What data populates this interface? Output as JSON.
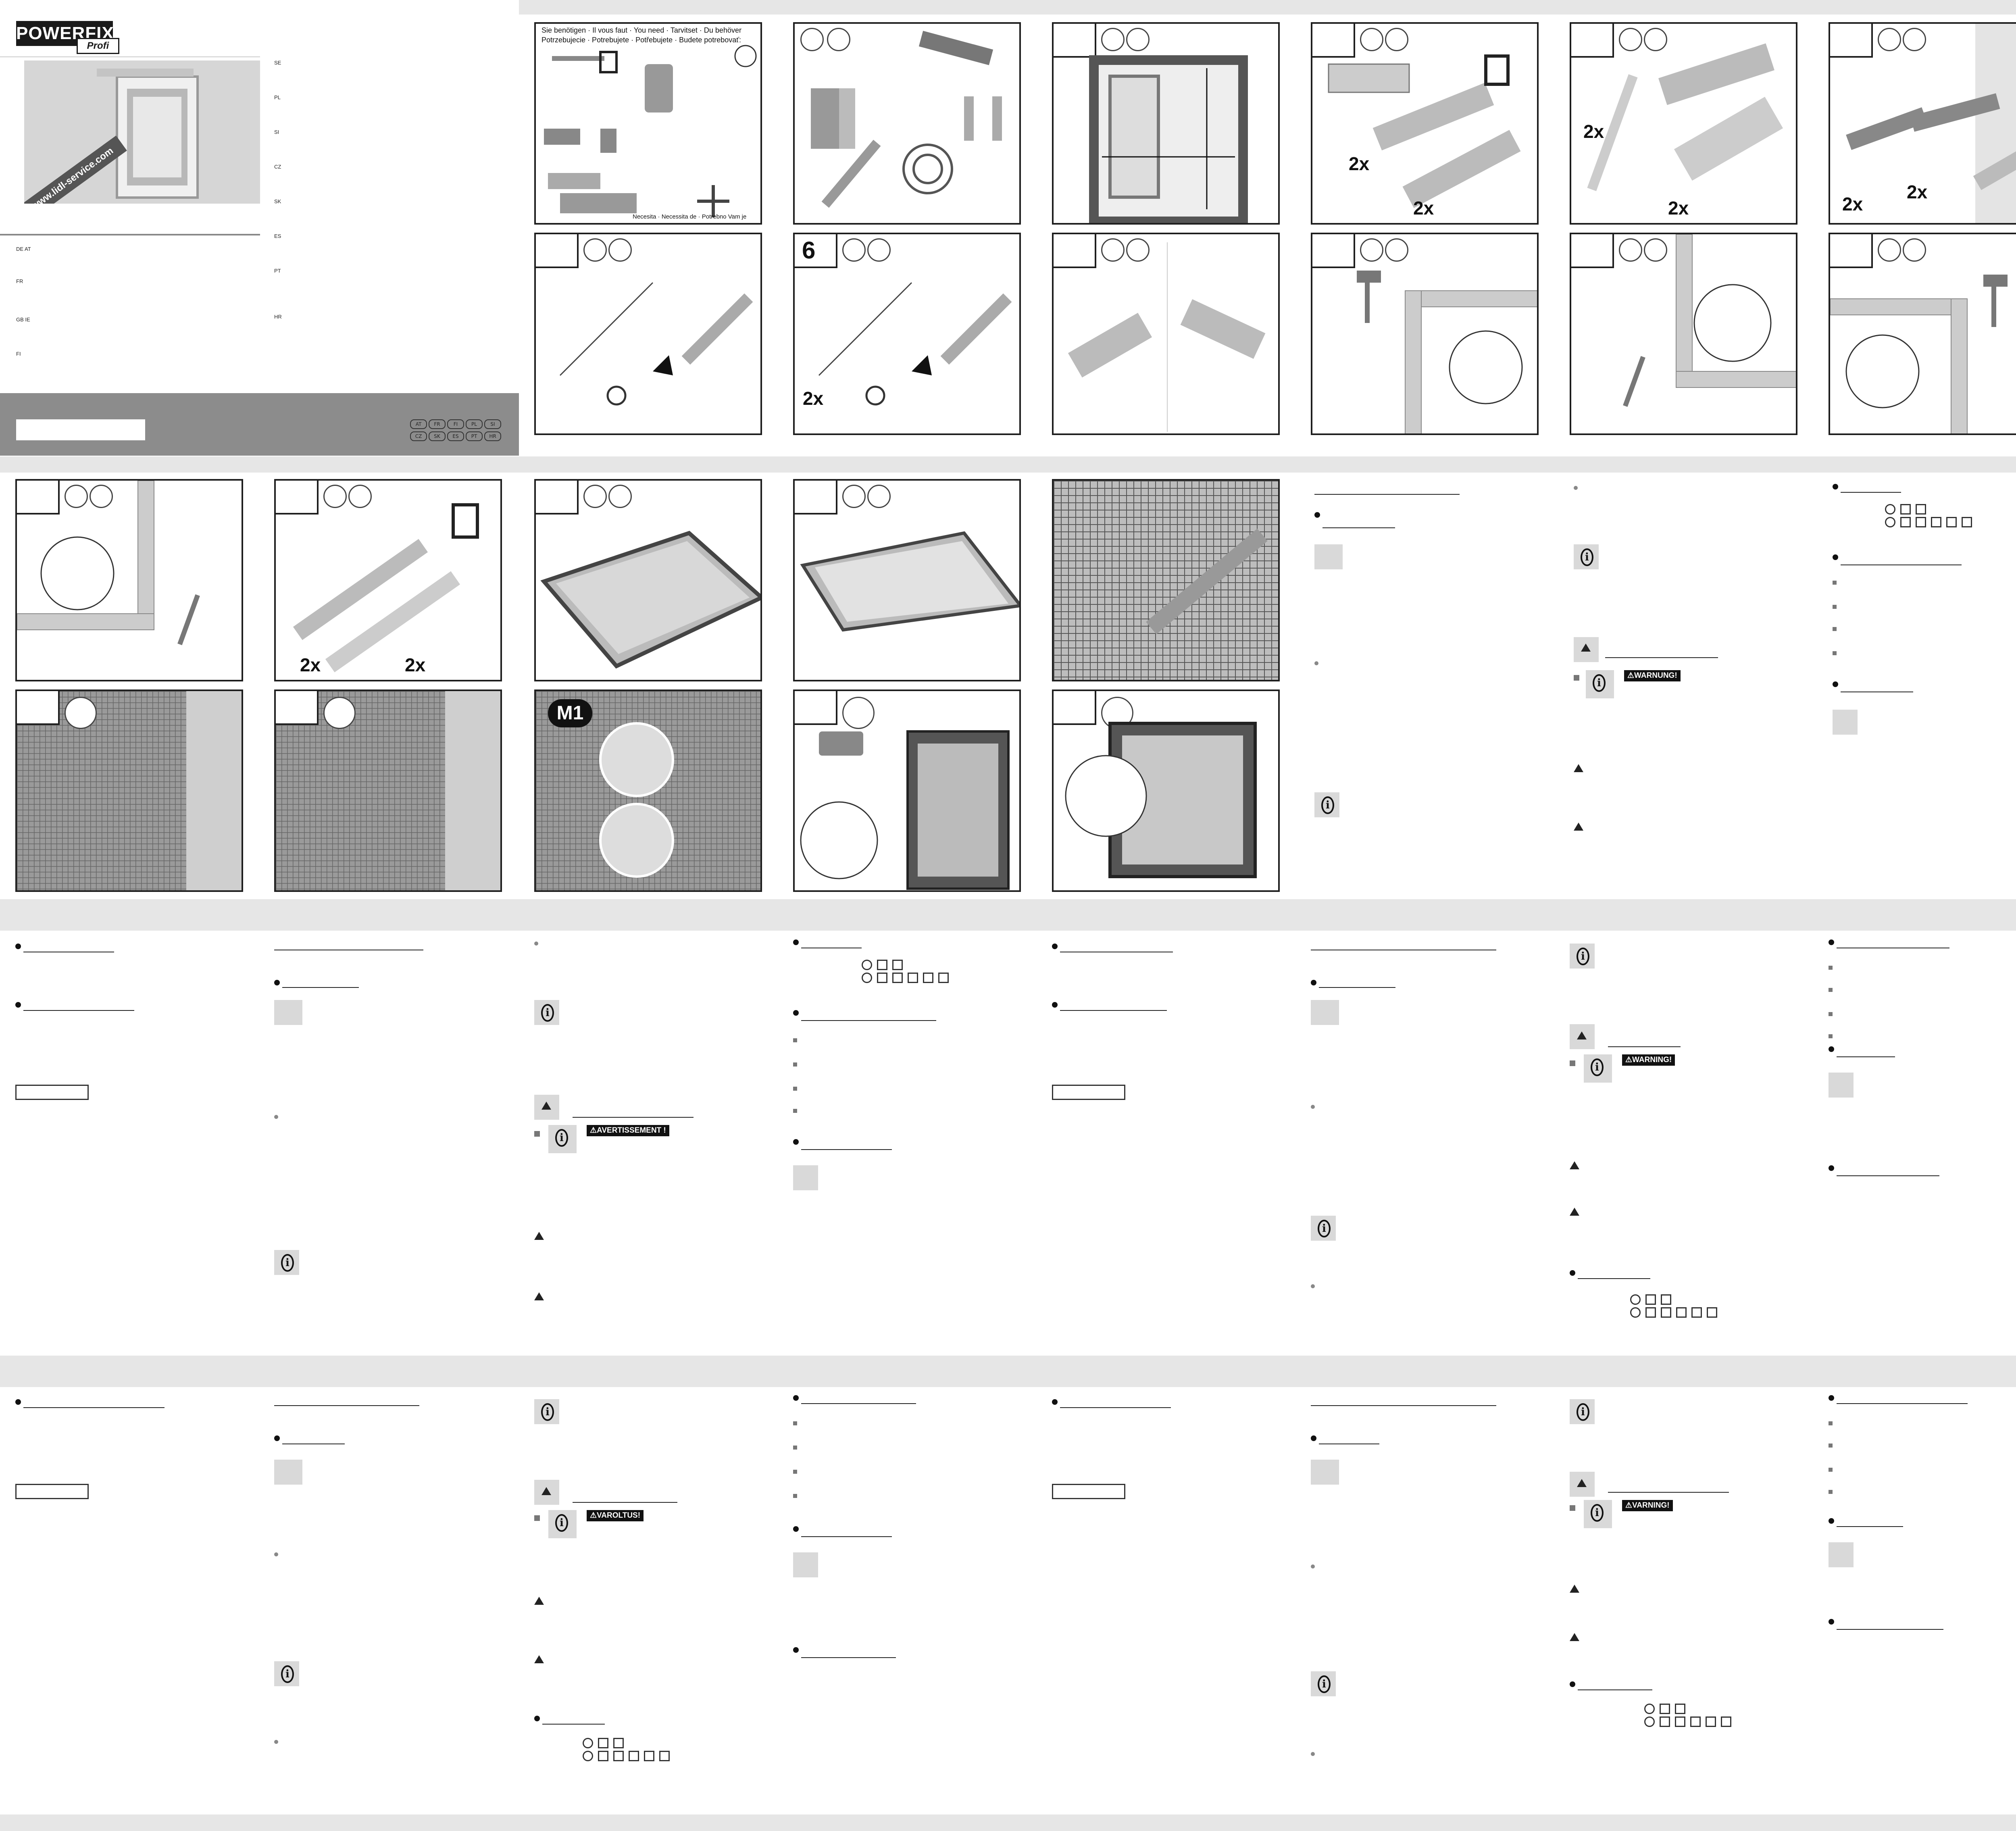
{
  "cover": {
    "brand": "POWERFIX",
    "brand_sub": "Profi",
    "url": "www.lidl-service.com",
    "lang_left": [
      "DE AT",
      "FR",
      "GB IE",
      "FI"
    ],
    "lang_right": [
      "SE",
      "PL",
      "SI",
      "CZ",
      "SK",
      "ES",
      "PT",
      "HR"
    ],
    "country_codes": [
      "AT",
      "FR",
      "FI",
      "PL",
      "SI",
      "CZ",
      "SK",
      "ES",
      "PT",
      "HR"
    ]
  },
  "tools_panel": {
    "header": "Sie benötigen · Il vous faut · You need · Tarvitset · Du behöver",
    "header2": "Potrzebujecie · Potrebujete · Potřebujete · Budete potrebovať:",
    "footer": "Necesita · Necessita de · Potrebno Vam je"
  },
  "panel_labels": {
    "six": "6",
    "m1": "M1",
    "two_x": "2x"
  },
  "warnings": {
    "de": "WARNUNG!",
    "fr": "AVERTISSEMENT !",
    "en": "WARNING!",
    "fi": "VAROLTUS!",
    "se": "VARNING!"
  },
  "icons": {
    "info": "info-icon",
    "book": "manual-book-icon",
    "warning": "warning-triangle-icon",
    "recycle": "recycle-icon",
    "child": "child-hazard-icon"
  }
}
